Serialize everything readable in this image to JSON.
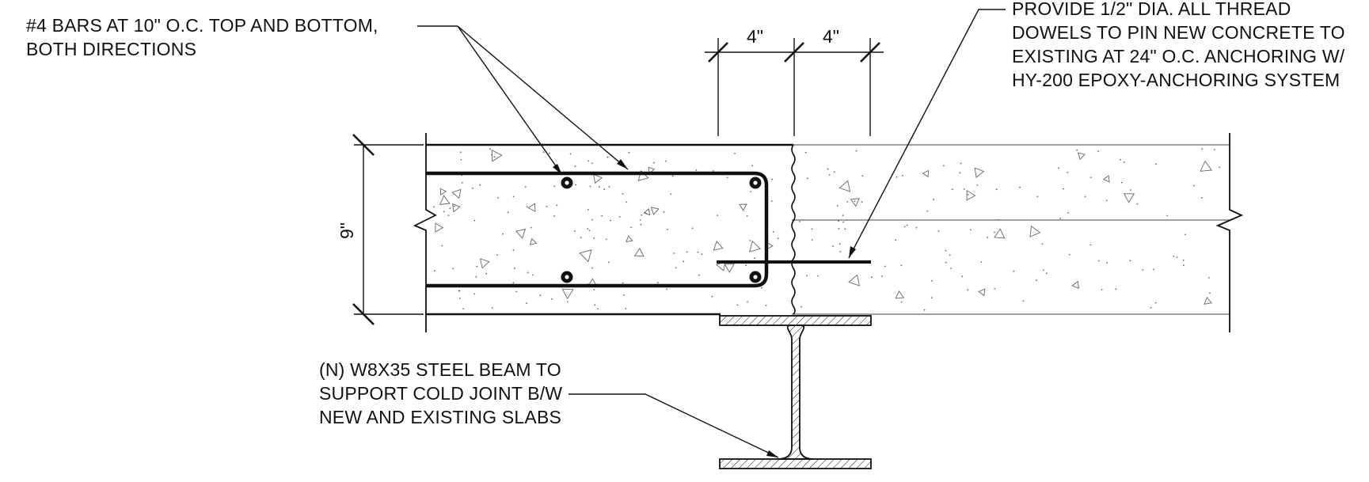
{
  "notes": {
    "rebar": [
      "#4 BARS AT 10\" O.C. TOP AND BOTTOM,",
      "BOTH DIRECTIONS"
    ],
    "dowels": [
      "PROVIDE 1/2\" DIA. ALL THREAD",
      "DOWELS TO PIN NEW CONCRETE TO",
      "EXISTING AT 24\" O.C. ANCHORING W/",
      "HY-200 EPOXY-ANCHORING SYSTEM"
    ],
    "beam": [
      "(N) W8X35 STEEL BEAM TO",
      "SUPPORT COLD JOINT B/W",
      "NEW AND EXISTING SLABS"
    ]
  },
  "dimensions": {
    "left_offset": "4\"",
    "right_offset": "4\"",
    "slab_thickness": "9\""
  },
  "colors": {
    "line": "#111111",
    "light_line": "#808080",
    "stipple": "#666666"
  }
}
